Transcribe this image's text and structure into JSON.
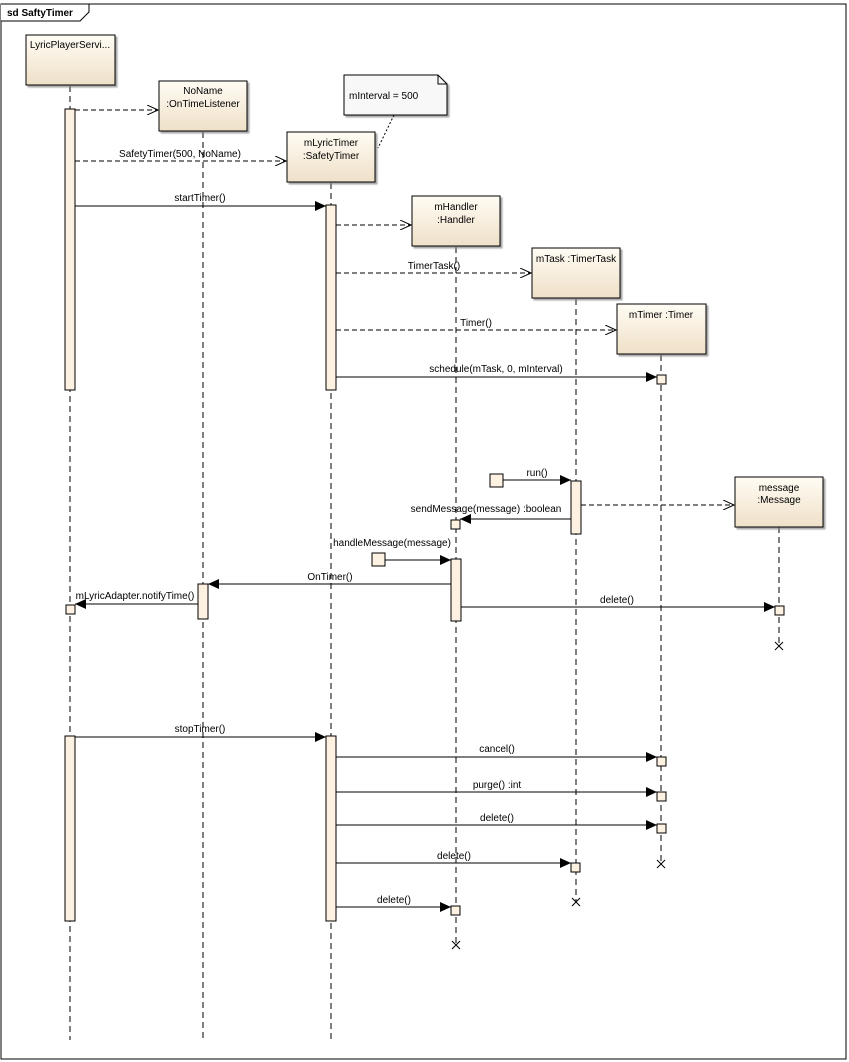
{
  "frame": {
    "title": "sd SaftyTimer"
  },
  "lifelines": [
    {
      "id": "lyricPlayer",
      "lines": [
        "LyricPlayerServi..."
      ]
    },
    {
      "id": "noName",
      "lines": [
        "NoName",
        ":OnTimeListener"
      ]
    },
    {
      "id": "lyricTimer",
      "lines": [
        "mLyricTimer",
        ":SafetyTimer"
      ]
    },
    {
      "id": "handler",
      "lines": [
        "mHandler",
        ":Handler"
      ]
    },
    {
      "id": "task",
      "lines": [
        "mTask :TimerTask"
      ]
    },
    {
      "id": "timer",
      "lines": [
        "mTimer :Timer"
      ]
    },
    {
      "id": "message",
      "lines": [
        "message",
        ":Message"
      ]
    }
  ],
  "note": {
    "text": "mInterval = 500"
  },
  "messages": [
    {
      "id": "m1",
      "label": "",
      "kind": "create"
    },
    {
      "id": "m2",
      "label": "SafetyTimer(500, NoName)",
      "kind": "create"
    },
    {
      "id": "m3",
      "label": "startTimer()",
      "kind": "sync"
    },
    {
      "id": "m4",
      "label": "",
      "kind": "create"
    },
    {
      "id": "m5",
      "label": "TimerTask()",
      "kind": "create"
    },
    {
      "id": "m6",
      "label": "Timer()",
      "kind": "create"
    },
    {
      "id": "m7",
      "label": "schedule(mTask, 0, mInterval)",
      "kind": "sync"
    },
    {
      "id": "m8",
      "label": "run()",
      "kind": "sync"
    },
    {
      "id": "m9",
      "label": "",
      "kind": "create"
    },
    {
      "id": "m10",
      "label": "sendMessage(message) :boolean",
      "kind": "sync"
    },
    {
      "id": "m11",
      "label": "handleMessage(message)",
      "kind": "sync"
    },
    {
      "id": "m12",
      "label": "OnTimer()",
      "kind": "sync"
    },
    {
      "id": "m13",
      "label": "mLyricAdapter.notifyTime()",
      "kind": "sync"
    },
    {
      "id": "m14",
      "label": "delete()",
      "kind": "sync"
    },
    {
      "id": "m15",
      "label": "stopTimer()",
      "kind": "sync"
    },
    {
      "id": "m16",
      "label": "cancel()",
      "kind": "sync"
    },
    {
      "id": "m17",
      "label": "purge() :int",
      "kind": "sync"
    },
    {
      "id": "m18",
      "label": "delete()",
      "kind": "sync"
    },
    {
      "id": "m19",
      "label": "delete()",
      "kind": "sync"
    },
    {
      "id": "m20",
      "label": "delete()",
      "kind": "sync"
    }
  ],
  "colors": {
    "boxTop": "#fffcf4",
    "boxBottom": "#efe0c8",
    "activation": "#fdf1e1",
    "note": "#f8f8f8",
    "border": "#000000"
  }
}
